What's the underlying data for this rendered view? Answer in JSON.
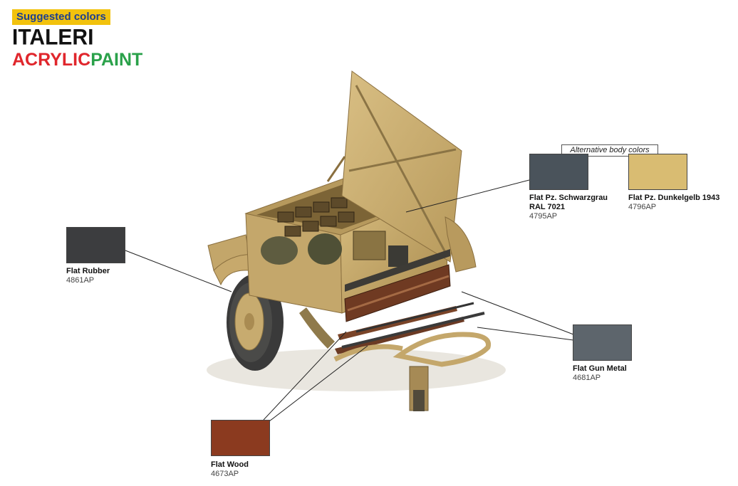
{
  "header": {
    "banner": "Suggested colors",
    "brand": "ITALERI",
    "sub_red": "ACRYLIC",
    "sub_green": "PAINT"
  },
  "alternative_label": "Alternative body colors",
  "colors": {
    "schwarzgrau": {
      "name_line1": "Flat Pz. Schwarzgrau",
      "name_line2": "RAL 7021",
      "code": "4795AP",
      "hex": "#4a535b"
    },
    "dunkelgelb": {
      "name": "Flat Pz. Dunkelgelb 1943",
      "code": "4796AP",
      "hex": "#d9bc72"
    },
    "rubber": {
      "name": "Flat Rubber",
      "code": "4861AP",
      "hex": "#3c3d3f"
    },
    "gunmetal": {
      "name": "Flat Gun Metal",
      "code": "4681AP",
      "hex": "#5d656c"
    },
    "wood": {
      "name": "Flat Wood",
      "code": "4673AP",
      "hex": "#8b3a1f"
    }
  }
}
